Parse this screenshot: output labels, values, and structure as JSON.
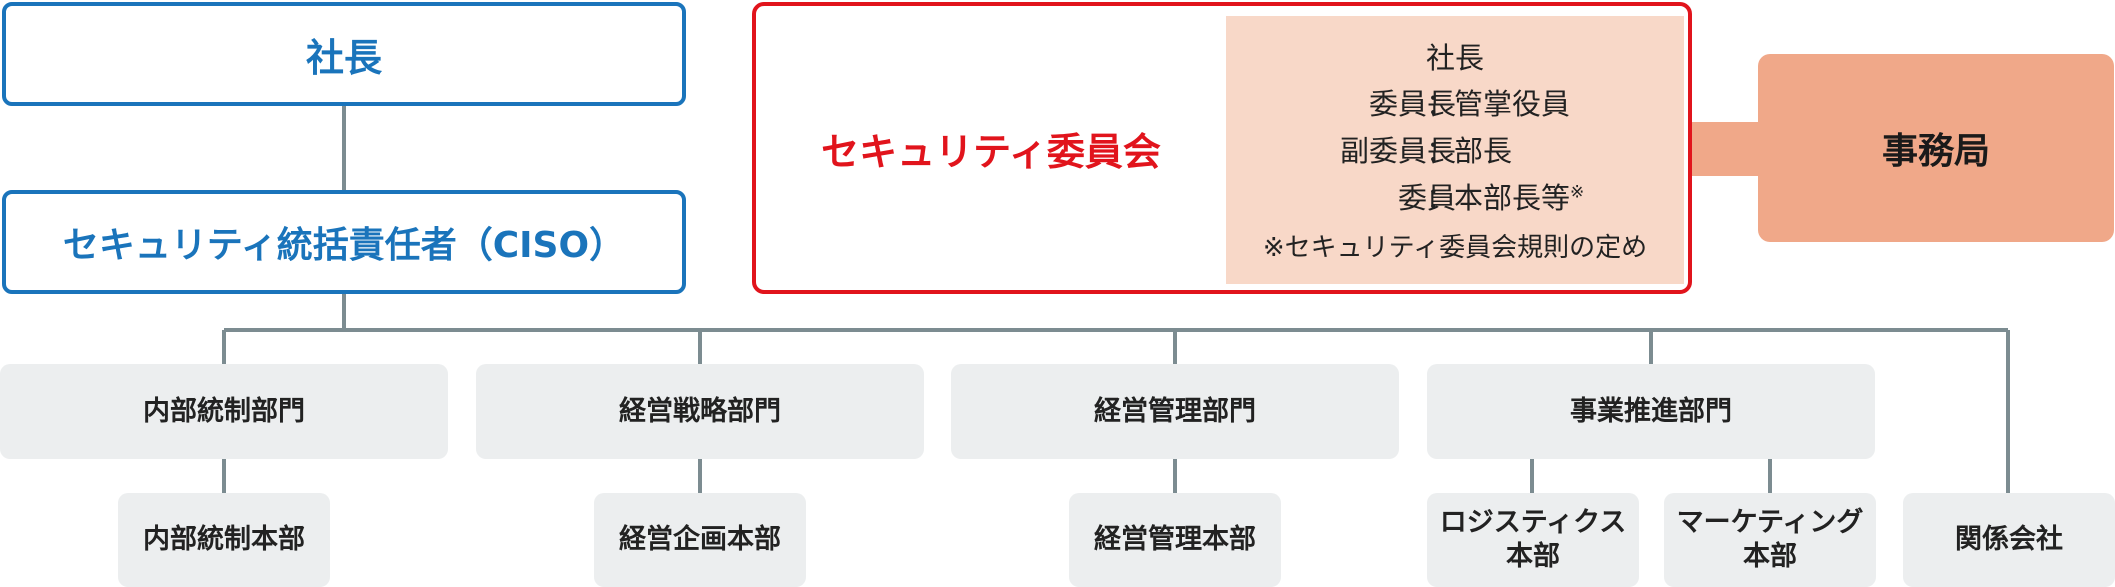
{
  "president": {
    "label": "社長"
  },
  "ciso": {
    "label": "セキュリティ統括責任者（CISO）"
  },
  "committee": {
    "title": "セキュリティ委員会",
    "head": "社長",
    "members": [
      {
        "role": "委員長",
        "colon": "：",
        "value": "管掌役員"
      },
      {
        "role": "副委員長",
        "colon": "：",
        "value": "部長"
      },
      {
        "role": "委員",
        "colon": "：",
        "value": "本部長等",
        "mark": "※"
      }
    ],
    "note": "※セキュリティ委員会規則の定め"
  },
  "secretariat": {
    "label": "事務局"
  },
  "divisions": [
    {
      "label": "内部統制部門",
      "units": [
        {
          "label": "内部統制本部"
        }
      ]
    },
    {
      "label": "経営戦略部門",
      "units": [
        {
          "label": "経営企画本部"
        }
      ]
    },
    {
      "label": "経営管理部門",
      "units": [
        {
          "label": "経営管理本部"
        }
      ]
    },
    {
      "label": "事業推進部門",
      "units": [
        {
          "label": "ロジスティクス\n本部"
        },
        {
          "label": "マーケティング\n本部"
        }
      ]
    }
  ],
  "affiliates": {
    "label": "関係会社"
  },
  "colors": {
    "blue": "#1a74bb",
    "red": "#e1141c",
    "peach_panel": "#f8d8c8",
    "secretariat": "#f0a889",
    "grey_box": "#eceeef",
    "connector": "#7c8c91"
  }
}
